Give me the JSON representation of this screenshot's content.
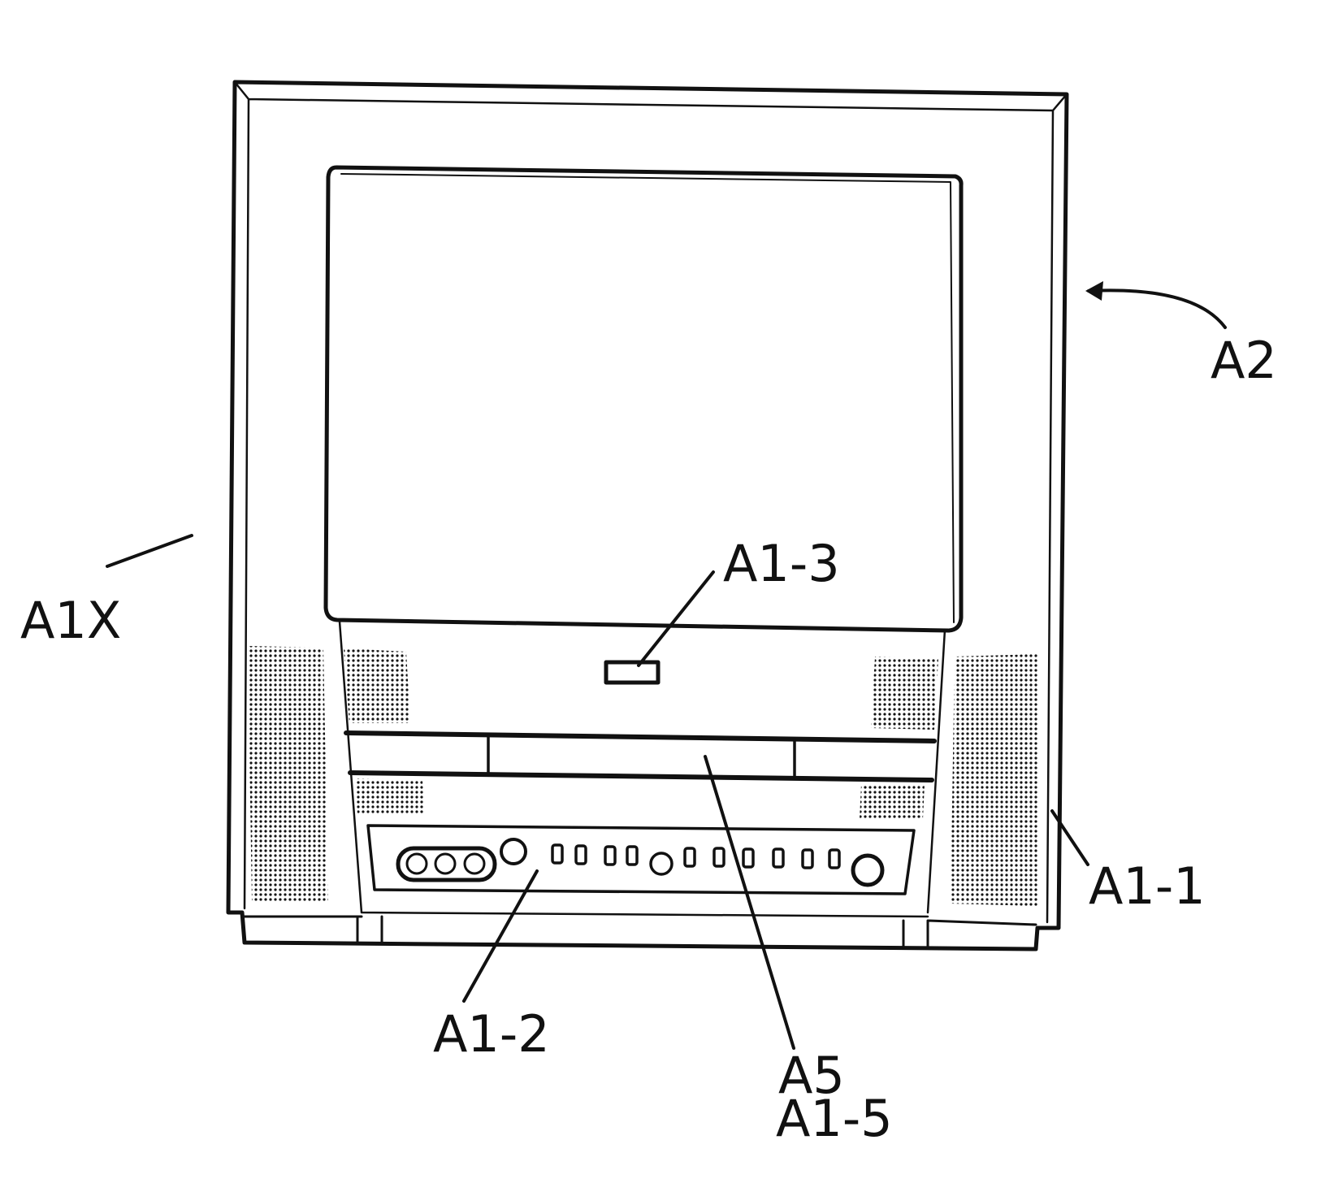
{
  "figure": {
    "labels": {
      "a2": "A2",
      "a1x": "A1X",
      "a1_3": "A1-3",
      "a1_1": "A1-1",
      "a1_2": "A1-2",
      "a5": "A5",
      "a1_5": "A1-5"
    },
    "colors": {
      "ink": "#111111",
      "paper": "#ffffff"
    }
  }
}
